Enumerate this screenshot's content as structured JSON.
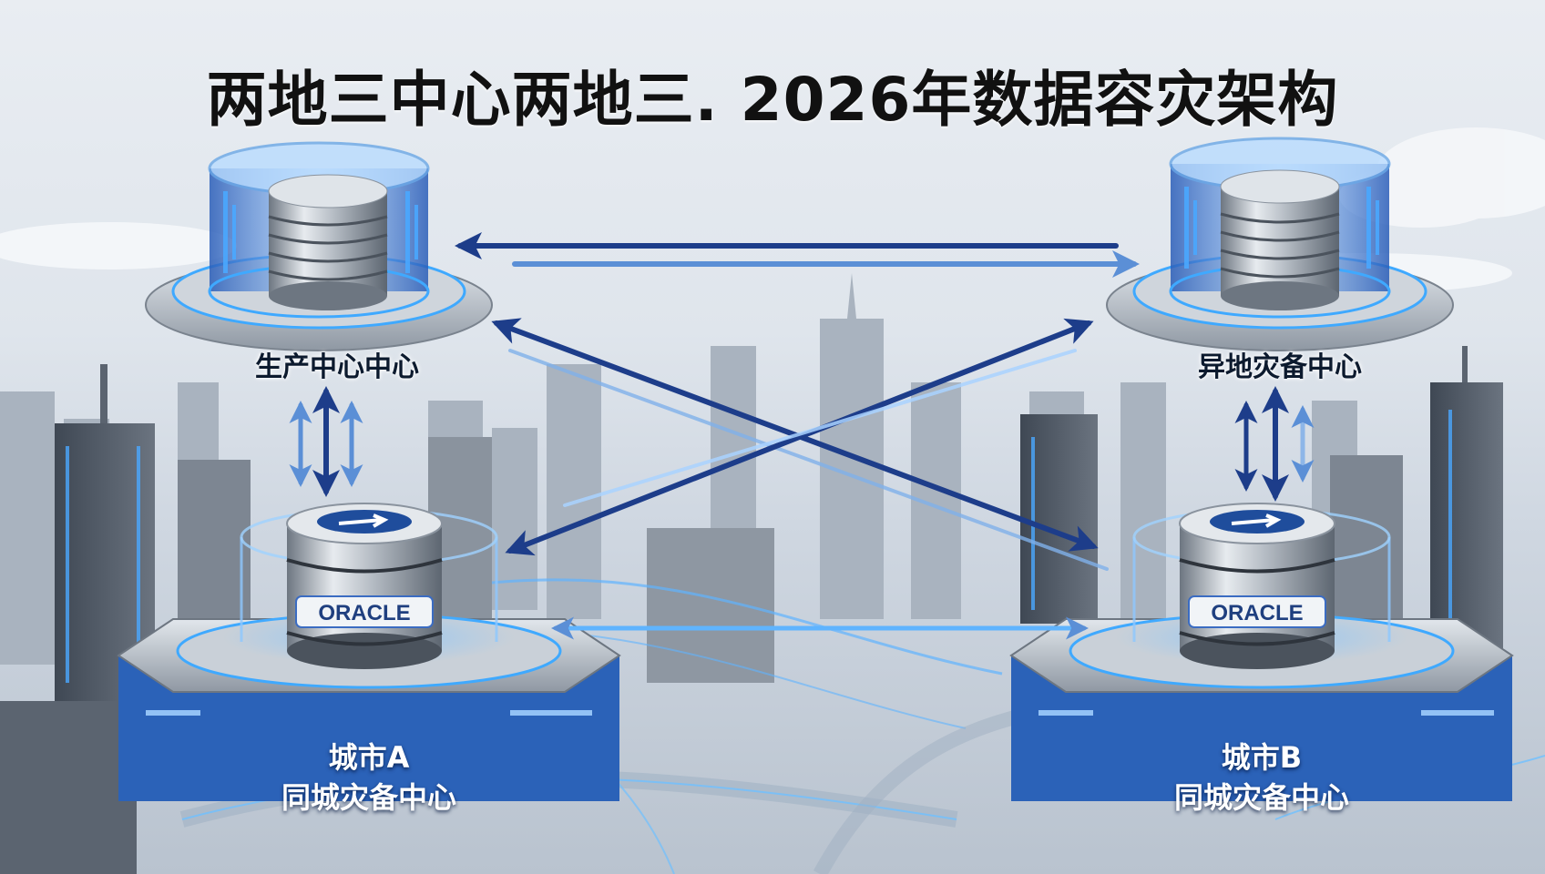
{
  "title": "两地三中心两地三. 2026年数据容灾架构",
  "nodes": {
    "production": {
      "label": "生产中心中心"
    },
    "remote": {
      "label": "异地灾备中心"
    },
    "city_a": {
      "line1": "城市A",
      "line2": "同城灾备中心",
      "logo": "ORACLE"
    },
    "city_b": {
      "line1": "城市B",
      "line2": "同城灾备中心",
      "logo": "ORACLE"
    }
  },
  "colors": {
    "arrow_dark": "#1d3d8a",
    "arrow_light": "#5b8fd6",
    "glow": "#3fa9ff",
    "platform_blue": "#2b62b8",
    "metal": "#9aa3ad"
  }
}
